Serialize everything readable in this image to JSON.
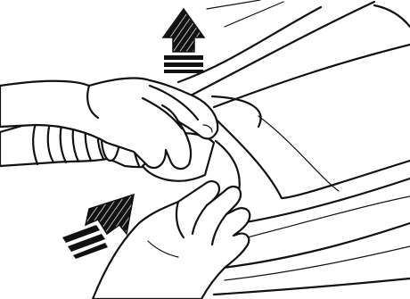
{
  "illustration": {
    "background_color": "#ffffff",
    "line_color": "#111111",
    "arrow_fill": "#111111",
    "arrow_hatch": "#ffffff",
    "objects": [
      "appliance-body",
      "hose-connector",
      "corrugated-hose",
      "left-hand-gripping-connector",
      "right-hand-pressing-body",
      "arrow-up",
      "arrow-up-right"
    ]
  }
}
